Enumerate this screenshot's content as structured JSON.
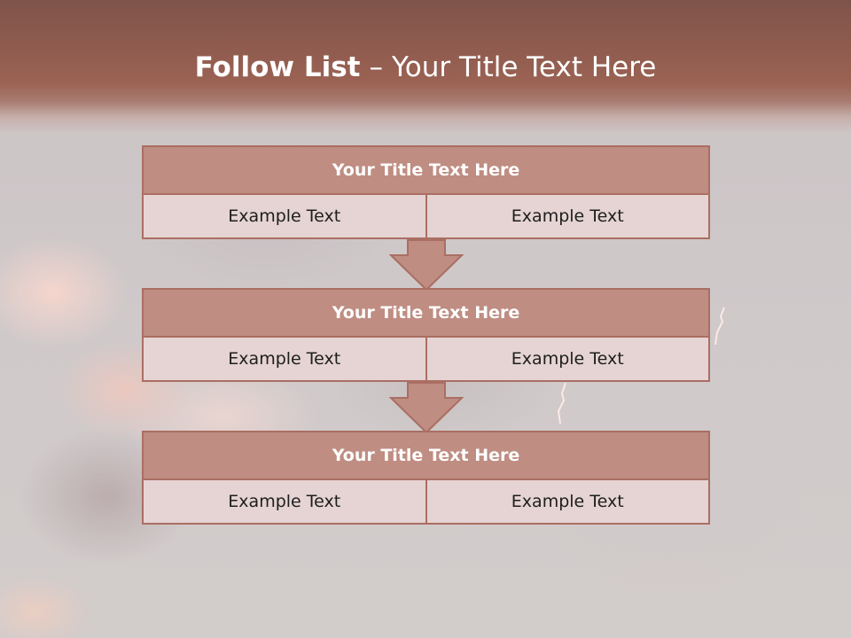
{
  "title": {
    "main": "Follow List",
    "separator": "–",
    "subtitle": "Your Title Text Here"
  },
  "steps": [
    {
      "title": "Your Title Text Here",
      "cells": [
        "Example Text",
        "Example Text"
      ]
    },
    {
      "title": "Your Title Text Here",
      "cells": [
        "Example Text",
        "Example Text"
      ]
    },
    {
      "title": "Your Title Text Here",
      "cells": [
        "Example Text",
        "Example Text"
      ]
    }
  ],
  "colors": {
    "header_band": "#8d5a4e",
    "box_fill": "#bf8d82",
    "box_border": "#ab6e63",
    "row_fill": "#e5d4d3"
  }
}
